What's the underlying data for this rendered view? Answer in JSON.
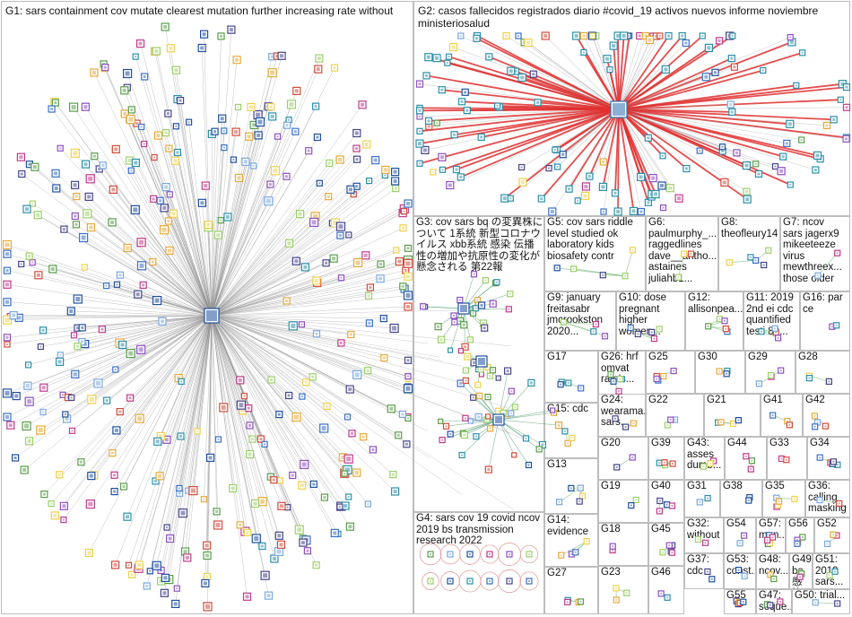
{
  "figure": {
    "groups": [
      {
        "id": "G1",
        "label": "G1: sars containment cov mutate clearest mutation further increasing rate without"
      },
      {
        "id": "G2",
        "label": "G2: casos fallecidos registrados diario #covid_19 activos nuevos informe noviembre ministeriosalud"
      },
      {
        "id": "G3",
        "label": "G3: cov sars bq の変異株について 1系統 新型コロナウイルス xbb系統 感染 伝播性の増加や抗原性の変化が懸念される 第22報"
      },
      {
        "id": "G5",
        "label": "G5: cov sars riddle level studied ok laboratory kids biosafety contr"
      },
      {
        "id": "G6",
        "label": "G6:\npaulmurphy_...\nraggedlines\ndave__antho...\nastaines\njuliahb1..."
      },
      {
        "id": "G8",
        "label": "G8:\ntheofleury14"
      },
      {
        "id": "G7",
        "label": "G7: ncov\nsars jagerx9\nmikeeteeze\nvirus\nmewthreex...\nthose older"
      },
      {
        "id": "G9",
        "label": "G9: january\nfreitasabr\njmcrookston\n2020..."
      },
      {
        "id": "G10",
        "label": "G10: dose\npregnant\nhigher\nwomen..."
      },
      {
        "id": "G12",
        "label": "G12:\nallisonpea..."
      },
      {
        "id": "G11",
        "label": "G11: 2019\n2nd ei cdc\nquantified\ntesti 80..."
      },
      {
        "id": "G16",
        "label": "G16: par\nce"
      },
      {
        "id": "G17",
        "label": "G17"
      },
      {
        "id": "G26",
        "label": "G26: hrf\nomvat\nrate's..."
      },
      {
        "id": "G25",
        "label": "G25"
      },
      {
        "id": "G30",
        "label": "G30"
      },
      {
        "id": "G29",
        "label": "G29"
      },
      {
        "id": "G28",
        "label": "G28"
      },
      {
        "id": "G24",
        "label": "G24:\nwearama...\nsars..."
      },
      {
        "id": "G22",
        "label": "G22"
      },
      {
        "id": "G21",
        "label": "G21"
      },
      {
        "id": "G41",
        "label": "G41"
      },
      {
        "id": "G42",
        "label": "G42"
      },
      {
        "id": "G15",
        "label": "G15: cdc"
      },
      {
        "id": "G20",
        "label": "G20"
      },
      {
        "id": "G39",
        "label": "G39"
      },
      {
        "id": "G43",
        "label": "G43:\nasses\ndumb..."
      },
      {
        "id": "G44",
        "label": "G44"
      },
      {
        "id": "G33",
        "label": "G33"
      },
      {
        "id": "G34",
        "label": "G34"
      },
      {
        "id": "G13",
        "label": "G13"
      },
      {
        "id": "G19",
        "label": "G19"
      },
      {
        "id": "G40",
        "label": "G40"
      },
      {
        "id": "G31",
        "label": "G31"
      },
      {
        "id": "G38",
        "label": "G38"
      },
      {
        "id": "G35",
        "label": "G35"
      },
      {
        "id": "G36",
        "label": "G36:\ncalling\nmasking"
      },
      {
        "id": "G4",
        "label": "G4: sars cov 19 covid ncov\n2019 bs transmission\nresearch 2022"
      },
      {
        "id": "G14",
        "label": "G14:\nevidence"
      },
      {
        "id": "G18",
        "label": "G18"
      },
      {
        "id": "G45",
        "label": "G45"
      },
      {
        "id": "G32",
        "label": "G32:\nwithout"
      },
      {
        "id": "G54",
        "label": "G54"
      },
      {
        "id": "G57",
        "label": "G57:\nman..."
      },
      {
        "id": "G56",
        "label": "G56"
      },
      {
        "id": "G52",
        "label": "G52"
      },
      {
        "id": "G53",
        "label": "G53:\nconst..."
      },
      {
        "id": "G48",
        "label": "G48:\nncov..."
      },
      {
        "id": "G49",
        "label": "G49:\nba 感\n染 5..."
      },
      {
        "id": "G51",
        "label": "G51:\n2019\nsars..."
      },
      {
        "id": "G27",
        "label": "G27"
      },
      {
        "id": "G23",
        "label": "G23"
      },
      {
        "id": "G46",
        "label": "G46"
      },
      {
        "id": "G37",
        "label": "G37:\ncdc"
      },
      {
        "id": "G55",
        "label": "G55"
      },
      {
        "id": "G47",
        "label": "G47:\nseque..."
      },
      {
        "id": "G50",
        "label": "G50: trial..."
      }
    ],
    "colors": {
      "edge_gray": "#9e9e9e",
      "edge_red": "#e03030",
      "border": "#bdbdbd",
      "node_blue": "#1f4fa0"
    }
  }
}
